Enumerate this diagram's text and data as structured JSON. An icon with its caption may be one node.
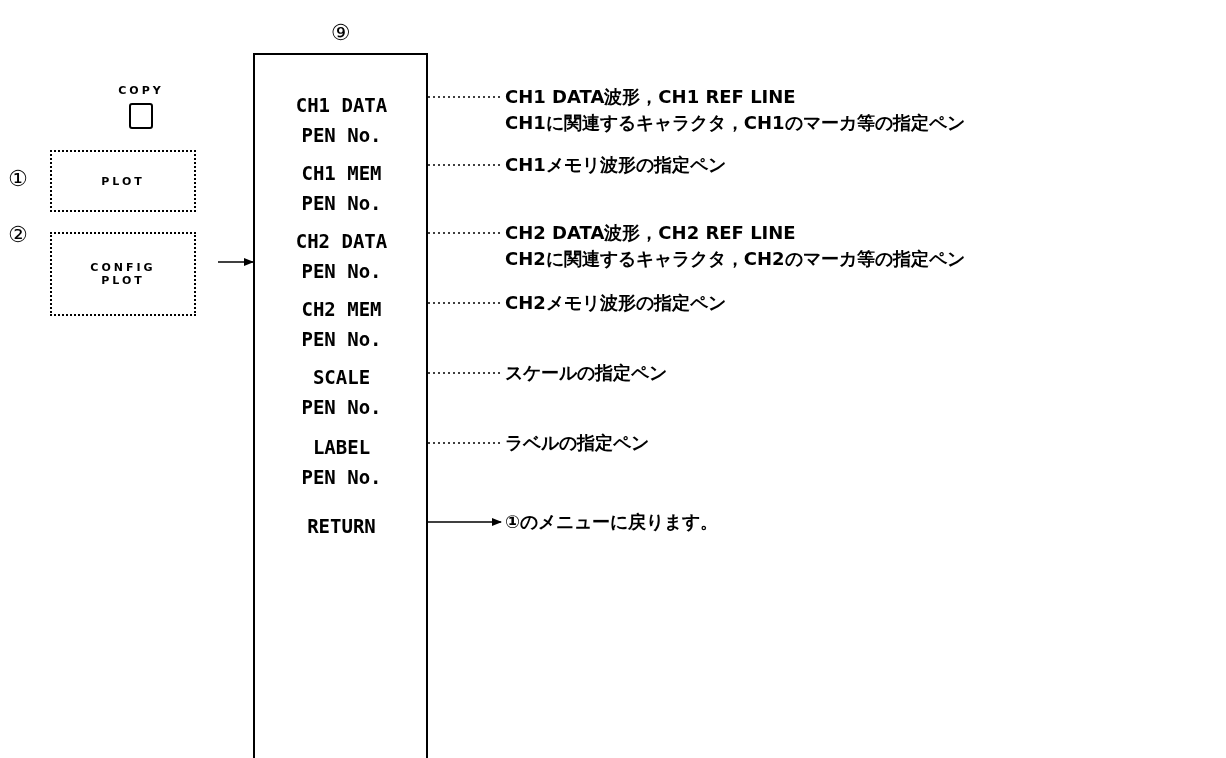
{
  "diagram": {
    "nodes": [
      {
        "text": [
          "COPY"
        ]
      },
      {
        "text": [
          "PLOT"
        ],
        "beside": [
          "①"
        ]
      },
      {
        "text": [
          "CONFIG PLOT"
        ],
        "beside": [
          "②"
        ]
      },
      {
        "text": [
          "⑨"
        ]
      },
      {
        "text": [
          "CH1 DATA PEN No."
        ],
        "in": 3
      },
      {
        "text": [
          "CH1 MEM PEN No."
        ],
        "in": 3
      },
      {
        "text": [
          "CH2 DATA PEN No."
        ],
        "in": 3
      },
      {
        "text": [
          "CH2 MEM PEN No."
        ],
        "in": 3
      },
      {
        "text": [
          "SCALE PEN No."
        ],
        "in": 3
      },
      {
        "text": [
          "LABEL PEN No."
        ],
        "in": 3
      },
      {
        "text": [
          "RETURN"
        ],
        "in": 3
      },
      {
        "text": [
          "CH1 DATA波形，CH1 REF LINE",
          "CH1に関連するキャラクタ，CH1のマーカ等の指定ペン"
        ]
      },
      {
        "text": [
          "CH1メモリ波形の指定ペン"
        ]
      },
      {
        "text": [
          "CH2 DATA波形，CH2 REF LINE",
          "CH2に関連するキャラクタ，CH2のマーカ等の指定ペン"
        ]
      },
      {
        "text": [
          "CH2メモリ波形の指定ペン"
        ]
      },
      {
        "text": [
          "スケールの指定ペン"
        ]
      },
      {
        "text": [
          "ラベルの指定ペン"
        ]
      },
      {
        "text": [
          "①のメニューに戻ります。"
        ]
      }
    ],
    "edges": [
      {
        "from": 2,
        "to": 3,
        "arrow": "to"
      },
      {
        "from": 4,
        "to": 11,
        "arrow": "none",
        "style": "dashed"
      },
      {
        "from": 5,
        "to": 12,
        "arrow": "none",
        "style": "dashed"
      },
      {
        "from": 6,
        "to": 13,
        "arrow": "none",
        "style": "dashed"
      },
      {
        "from": 7,
        "to": 14,
        "arrow": "none",
        "style": "dashed"
      },
      {
        "from": 8,
        "to": 15,
        "arrow": "none",
        "style": "dashed"
      },
      {
        "from": 9,
        "to": 16,
        "arrow": "none",
        "style": "dashed"
      },
      {
        "from": 10,
        "to": 17,
        "arrow": "to"
      }
    ]
  }
}
